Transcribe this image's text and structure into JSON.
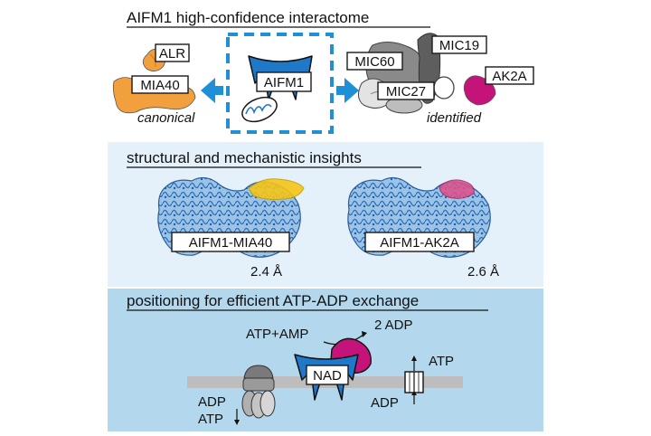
{
  "colors": {
    "panel2_bg": "#e4f1fa",
    "panel3_bg": "#b3d8ee",
    "aifm1_blue": "#1f78c8",
    "dashed_blue": "#1f8fd6",
    "orange": "#f2a03d",
    "magenta": "#c4147a",
    "grey_dark": "#6d6d6d",
    "grey_light": "#bcbcbc",
    "membrane": "#bdbdbd",
    "yellow": "#f5c518",
    "pink": "#e0508a"
  },
  "panel1": {
    "title": "AIFM1 high-confidence interactome",
    "center_label": "AIFM1",
    "left_labels": {
      "alr": "ALR",
      "mia40": "MIA40",
      "caption": "canonical"
    },
    "right_labels": {
      "mic60": "MIC60",
      "mic19": "MIC19",
      "mic27": "MIC27",
      "ak2a": "AK2A",
      "caption": "identified"
    }
  },
  "panel2": {
    "title": "structural and mechanistic insights",
    "left_structure": {
      "label": "AIFM1-MIA40",
      "resolution": "2.4 Å"
    },
    "right_structure": {
      "label": "AIFM1-AK2A",
      "resolution": "2.6 Å"
    }
  },
  "panel3": {
    "title": "positioning for efficient ATP-ADP exchange",
    "reaction_left": "ATP+AMP",
    "reaction_right": "2 ADP",
    "nad_label": "NAD",
    "left_adp": "ADP",
    "left_atp": "ATP",
    "right_atp": "ATP",
    "right_adp": "ADP"
  }
}
